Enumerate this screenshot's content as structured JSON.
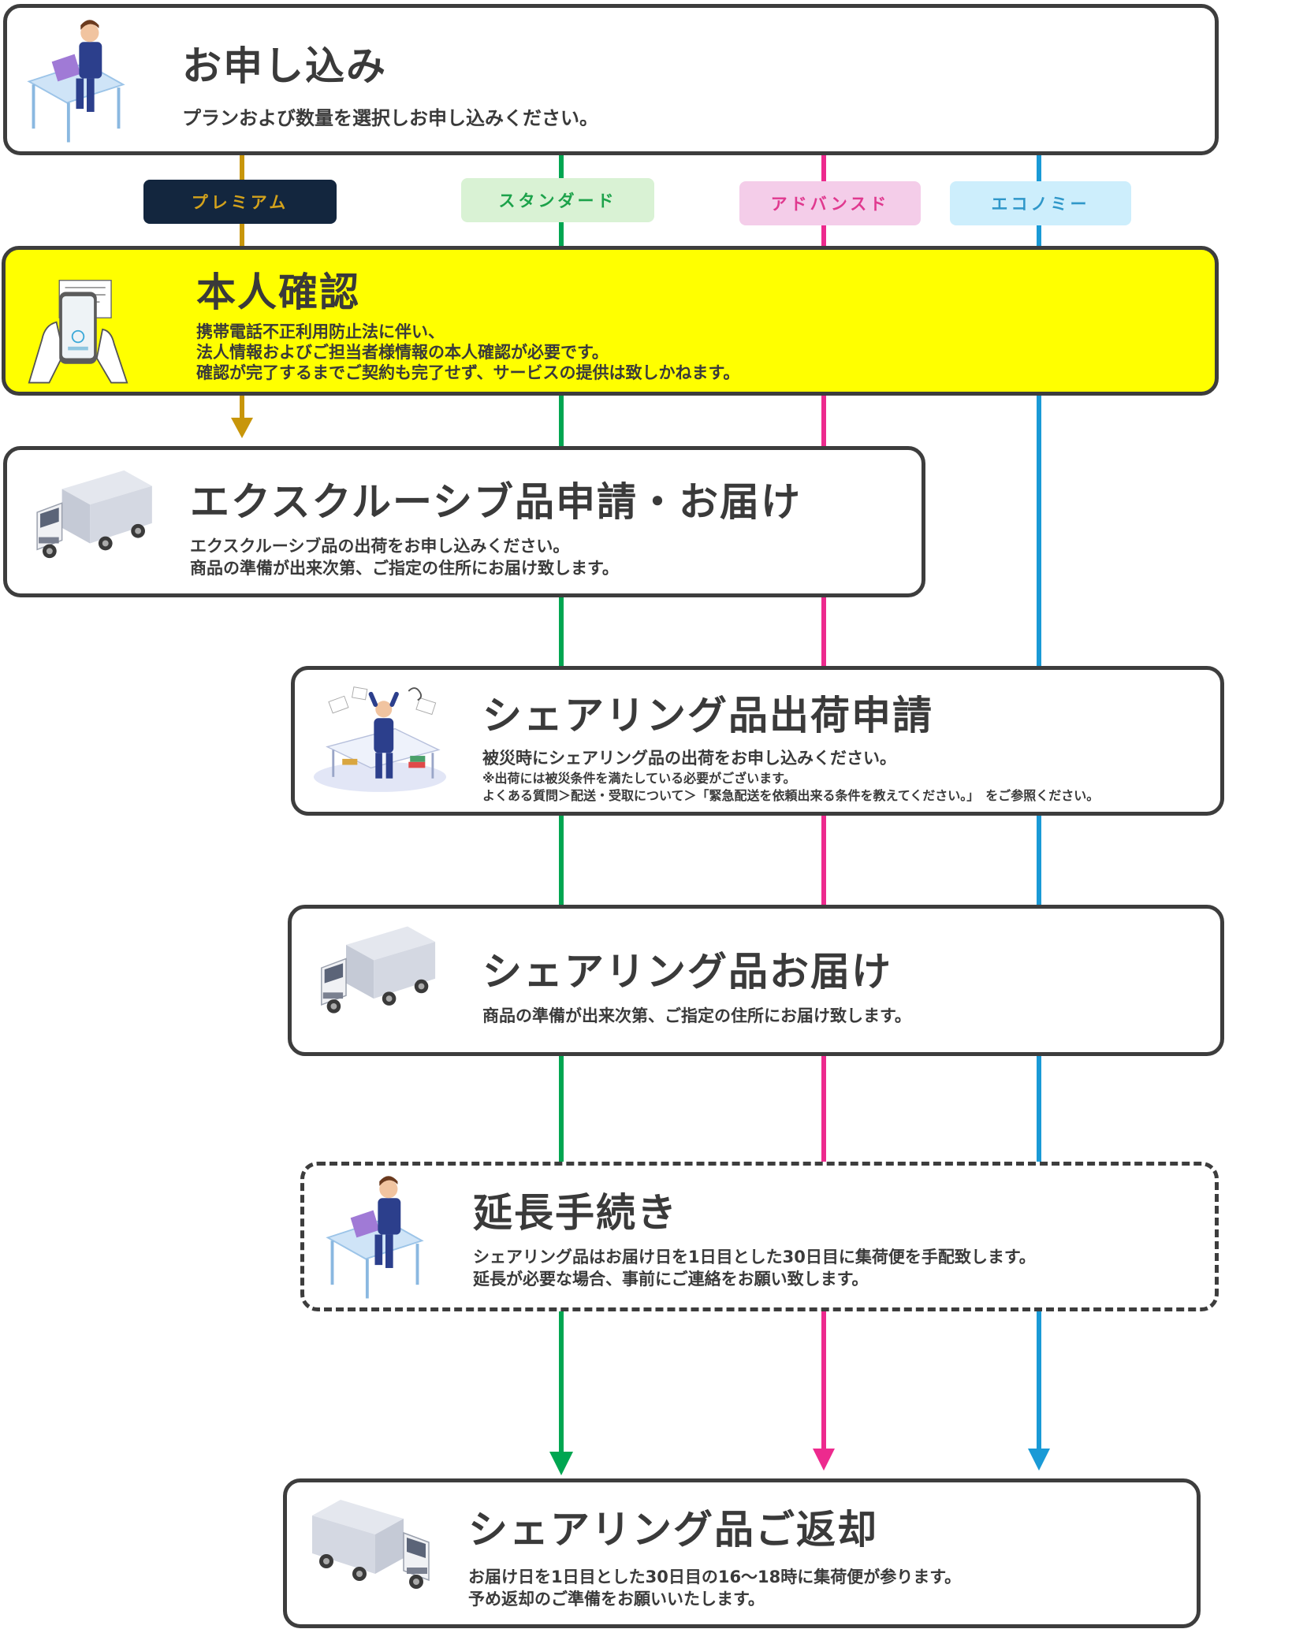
{
  "colors": {
    "premium": "#c8960a",
    "standard": "#00a651",
    "advanced": "#ed2a8e",
    "economy": "#1a9ad6",
    "border": "#3d3d3d",
    "highlight": "#ffff00"
  },
  "plans": [
    {
      "label": "プレミアム"
    },
    {
      "label": "スタンダード"
    },
    {
      "label": "アドバンスド"
    },
    {
      "label": "エコノミー"
    }
  ],
  "steps": [
    {
      "title": "お申し込み",
      "icon": "person-at-desk-icon",
      "lines": [
        "プランおよび数量を選択しお申し込みください。"
      ]
    },
    {
      "title": "本人確認",
      "icon": "smartphone-id-icon",
      "lines": [
        "携帯電話不正利用防止法に伴い、",
        "法人情報およびご担当者様情報の本人確認が必要です。",
        "確認が完了するまでご契約も完了せず、サービスの提供は致しかねます。"
      ]
    },
    {
      "title": "エクスクルーシブ品申請・お届け",
      "icon": "delivery-truck-icon",
      "lines": [
        "エクスクルーシブ品の出荷をお申し込みください。",
        "商品の準備が出来次第、ご指定の住所にお届け致します。"
      ]
    },
    {
      "title": "シェアリング品出荷申請",
      "icon": "stressed-office-worker-icon",
      "lines": [
        "被災時にシェアリング品の出荷をお申し込みください。",
        "※出荷には被災条件を満たしている必要がございます。",
        "よくある質問＞配送・受取について＞「緊急配送を依頼出来る条件を教えてください。」　をご参照ください。"
      ]
    },
    {
      "title": "シェアリング品お届け",
      "icon": "delivery-truck-icon",
      "lines": [
        "商品の準備が出来次第、ご指定の住所にお届け致します。"
      ]
    },
    {
      "title": "延長手続き",
      "icon": "person-at-desk-icon",
      "lines": [
        "シェアリング品はお届け日を1日目とした30日目に集荷便を手配致します。",
        "延長が必要な場合、事前にご連絡をお願い致します。"
      ]
    },
    {
      "title": "シェアリング品ご返却",
      "icon": "delivery-truck-icon",
      "lines": [
        "お届け日を1日目とした30日目の16〜18時に集荷便が参ります。",
        "予め返却のご準備をお願いいたします。"
      ]
    }
  ]
}
